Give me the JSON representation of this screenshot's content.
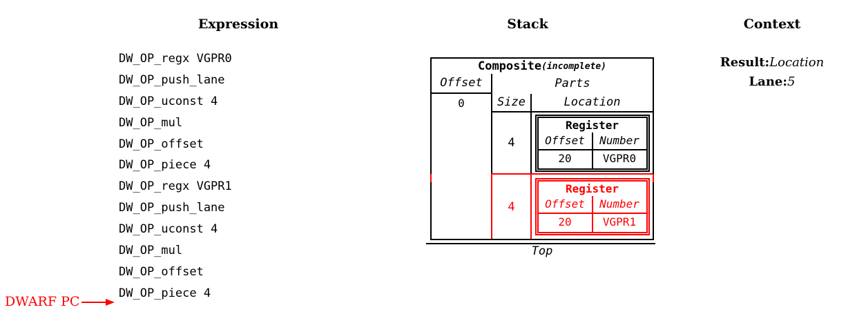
{
  "headers": {
    "expression": "Expression",
    "stack": "Stack",
    "context": "Context"
  },
  "expression": {
    "items": [
      "DW_OP_regx VGPR0",
      "DW_OP_push_lane",
      "DW_OP_uconst 4",
      "DW_OP_mul",
      "DW_OP_offset",
      "DW_OP_piece 4",
      "DW_OP_regx VGPR1",
      "DW_OP_push_lane",
      "DW_OP_uconst 4",
      "DW_OP_mul",
      "DW_OP_offset",
      "DW_OP_piece 4"
    ],
    "pc_label": "DWARF PC",
    "pc_position": "after last operation"
  },
  "stack": {
    "composite": {
      "title": "Composite",
      "qualifier": "(incomplete)",
      "offset_header": "Offset",
      "offset_value": "0",
      "parts_header": "Parts",
      "size_header": "Size",
      "location_header": "Location",
      "parts": [
        {
          "size": "4",
          "highlighted": false,
          "register": {
            "title": "Register",
            "offset_header": "Offset",
            "number_header": "Number",
            "offset_value": "20",
            "number_value": "VGPR0"
          }
        },
        {
          "size": "4",
          "highlighted": true,
          "register": {
            "title": "Register",
            "offset_header": "Offset",
            "number_header": "Number",
            "offset_value": "20",
            "number_value": "VGPR1"
          }
        }
      ]
    },
    "top_label": "Top"
  },
  "context": {
    "result_label": "Result:",
    "result_value": "Location",
    "lane_label": "Lane:",
    "lane_value": "5"
  },
  "colors": {
    "highlight": "#ff0000",
    "text": "#000000",
    "background": "#ffffff"
  }
}
